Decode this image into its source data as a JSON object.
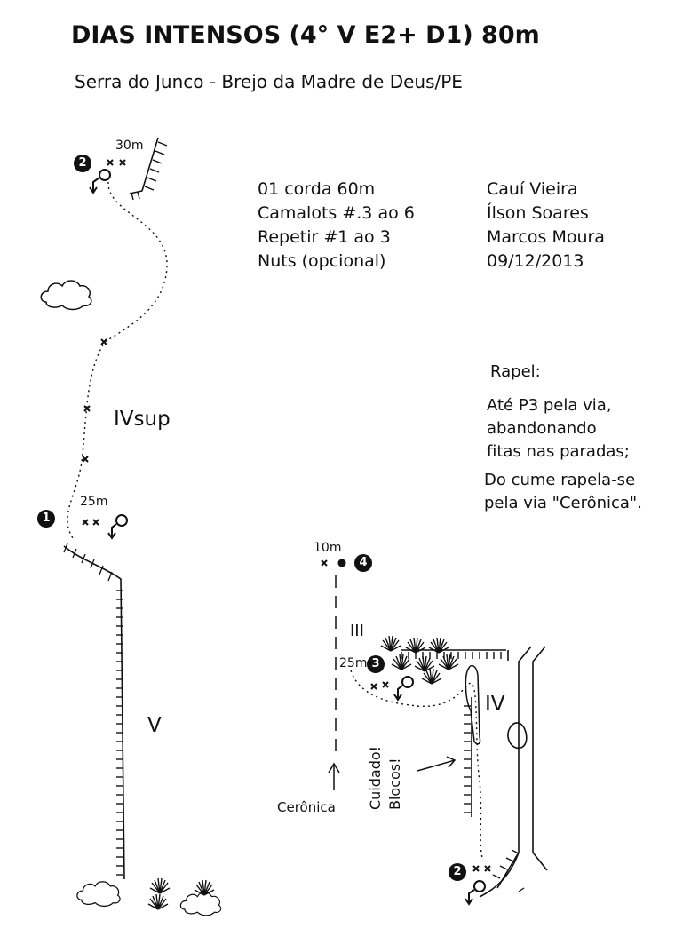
{
  "route": {
    "title": "DIAS INTENSOS (4° V E2+ D1) 80m",
    "subtitle": "Serra do Junco - Brejo da Madre de Deus/PE"
  },
  "gear": [
    "01 corda 60m",
    "Camalots #.3 ao 6",
    "Repetir #1 ao 3",
    "Nuts (opcional)"
  ],
  "credits": [
    "Cauí Vieira",
    "Ílson Soares",
    "Marcos Moura",
    "09/12/2013"
  ],
  "rappel": {
    "heading": "Rapel:",
    "lines": [
      "Até P3 pela via,",
      "abandonando",
      "fitas nas paradas;",
      "Do cume rapela-se",
      "pela via \"Cerônica\"."
    ]
  },
  "topo_left": {
    "anchor_top": {
      "number": "2",
      "length": "30m"
    },
    "anchor_mid": {
      "number": "1",
      "length": "25m"
    },
    "grade_upper": "IVsup",
    "grade_lower": "V"
  },
  "topo_right": {
    "anchor_top": {
      "number": "4",
      "length": "10m"
    },
    "anchor_mid": {
      "number": "3",
      "length": "25m"
    },
    "anchor_bottom": {
      "number": "2"
    },
    "grade_left": "III",
    "grade_right": "IV",
    "warning_lines": [
      "Cuidado!",
      "Blocos!"
    ],
    "neighbor_route": "Cerônica"
  }
}
